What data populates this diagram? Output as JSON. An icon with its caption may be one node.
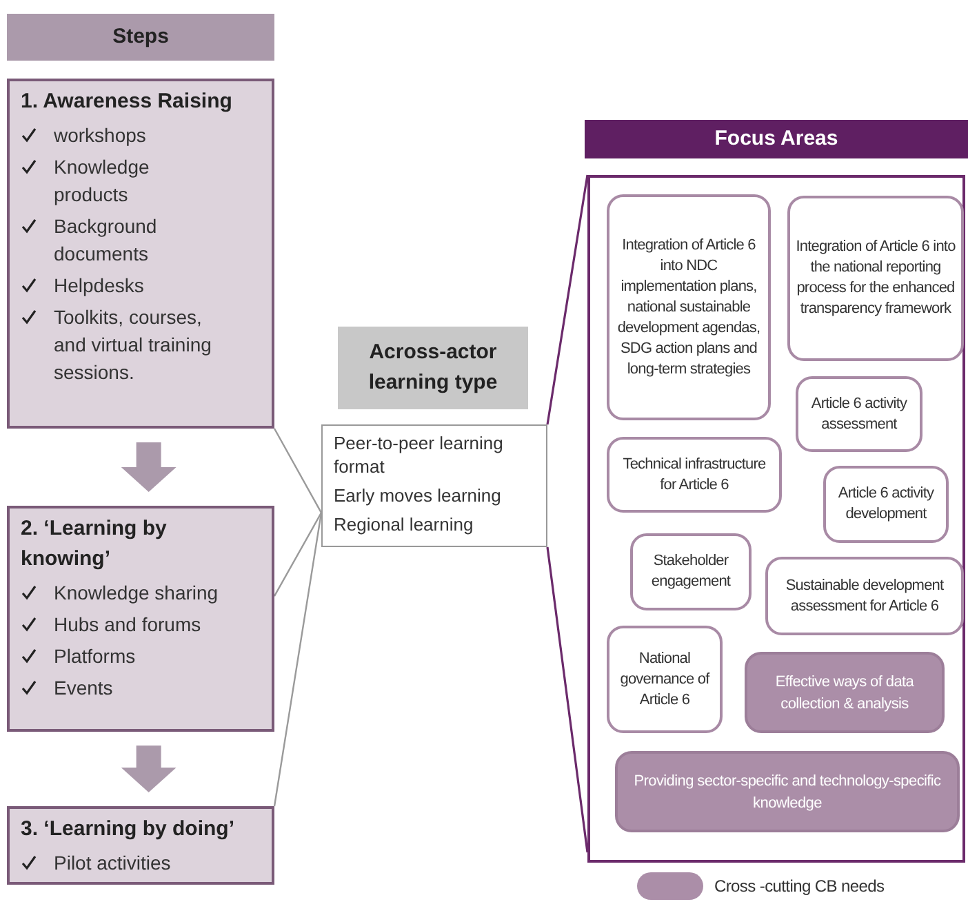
{
  "diagram": {
    "nodes": [
      {
        "text": [
          "Steps"
        ]
      },
      {
        "text": [
          "1. Awareness Raising",
          "workshops",
          "Knowledge products",
          "Background documents",
          "Helpdesks",
          "Toolkits, courses, and virtual training sessions."
        ]
      },
      {
        "text": [
          "2. ‘Learning by knowing’",
          "Knowledge sharing",
          "Hubs and forums",
          "Platforms",
          "Events"
        ]
      },
      {
        "text": [
          "3. ‘Learning by doing’",
          "Pilot activities"
        ]
      },
      {
        "text": [
          "Across-actor learning type"
        ]
      },
      {
        "text": [
          "Peer-to-peer learning format",
          "Early moves learning",
          "Regional learning"
        ]
      },
      {
        "text": [
          "Focus Areas"
        ]
      },
      {
        "text": [],
        "shape": "box"
      },
      {
        "text": [
          "Integration of Article 6 into NDC implementation plans, national sustainable development agendas, SDG action plans and long-term strategies"
        ],
        "in": 7
      },
      {
        "text": [
          "Integration of Article 6 into the national reporting process for the enhanced transparency framework"
        ],
        "in": 7
      },
      {
        "text": [
          "Article 6 activity assessment"
        ],
        "in": 7
      },
      {
        "text": [
          "Technical infrastructure for Article 6"
        ],
        "in": 7
      },
      {
        "text": [
          "Article 6 activity development"
        ],
        "in": 7
      },
      {
        "text": [
          "Stakeholder engagement"
        ],
        "in": 7
      },
      {
        "text": [
          "Sustainable development assessment for Article 6"
        ],
        "in": 7
      },
      {
        "text": [
          "National governance of Article 6"
        ],
        "in": 7
      },
      {
        "text": [
          "Effective ways of data collection & analysis"
        ],
        "in": 7
      },
      {
        "text": [
          "Providing sector-specific and technology-specific knowledge"
        ],
        "in": 7
      }
    ],
    "edges": [
      {
        "from": 1,
        "to": 2,
        "arrow": "to",
        "style": "thick",
        "color": "#ab9aab"
      },
      {
        "from": 2,
        "to": 3,
        "arrow": "to",
        "style": "thick",
        "color": "#ab9aab"
      },
      {
        "from": 1,
        "to": 5,
        "arrow": "none"
      },
      {
        "from": 2,
        "to": 5,
        "arrow": "none"
      },
      {
        "from": 3,
        "to": 5,
        "arrow": "none"
      },
      {
        "from": 5,
        "to": 7,
        "arrow": "none",
        "color": "#6b2a6b"
      },
      {
        "from": 5,
        "to": 7,
        "arrow": "none",
        "color": "#6b2a6b"
      }
    ],
    "legend": [
      {
        "text": "Cross -cutting CB needs",
        "color": "#ab8ea8"
      }
    ]
  }
}
